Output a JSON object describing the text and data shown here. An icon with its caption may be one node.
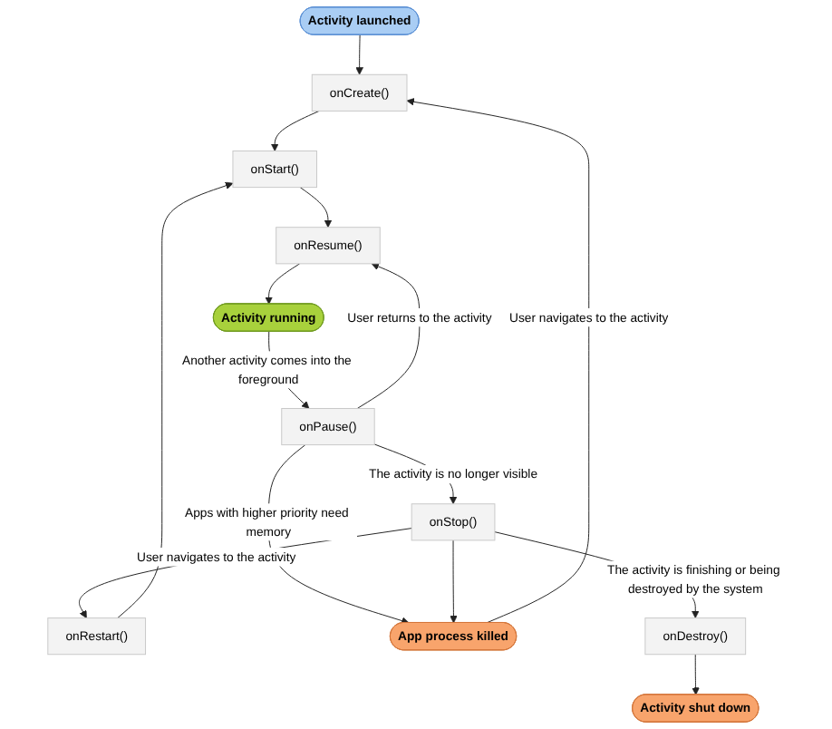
{
  "diagram": {
    "nodes": [
      {
        "text": [
          "Activity launched"
        ]
      },
      {
        "text": [
          "onCreate()"
        ]
      },
      {
        "text": [
          "onStart()"
        ]
      },
      {
        "text": [
          "onRestart()"
        ]
      },
      {
        "text": [
          "onResume()"
        ]
      },
      {
        "text": [
          "App process killed"
        ]
      },
      {
        "text": [
          "Activity running"
        ]
      },
      {
        "text": [
          "onPause()"
        ]
      },
      {
        "text": [
          "onStop()"
        ]
      },
      {
        "text": [
          "onDestroy()"
        ]
      },
      {
        "text": [
          "Activity shut down"
        ]
      }
    ],
    "edges": [
      {
        "from": 0,
        "to": 1,
        "arrow": "to"
      },
      {
        "from": 1,
        "to": 2,
        "arrow": "to"
      },
      {
        "from": 3,
        "to": 2,
        "arrow": "to"
      },
      {
        "from": 2,
        "to": 4,
        "arrow": "to"
      },
      {
        "from": 4,
        "to": 6,
        "arrow": "to"
      },
      {
        "from": 6,
        "to": 7,
        "label": "Another activity comes into the foreground",
        "arrow": "to"
      },
      {
        "from": 7,
        "to": 4,
        "label": "User returns to the activity",
        "arrow": "to"
      },
      {
        "from": 7,
        "to": 8,
        "label": "The activity is no longer visible",
        "arrow": "to"
      },
      {
        "from": 7,
        "to": 5,
        "label": "Apps with higher priority need memory",
        "arrow": "to"
      },
      {
        "from": 8,
        "to": 5,
        "arrow": "to"
      },
      {
        "from": 5,
        "to": 1,
        "label": "User navigates to the activity",
        "arrow": "to"
      },
      {
        "from": 8,
        "to": 3,
        "label": "User navigates to the activity",
        "arrow": "to"
      },
      {
        "from": 8,
        "to": 9,
        "label": "The activity is finishing or being destroyed by the system",
        "arrow": "to"
      },
      {
        "from": 9,
        "to": 10,
        "arrow": "to"
      }
    ]
  }
}
